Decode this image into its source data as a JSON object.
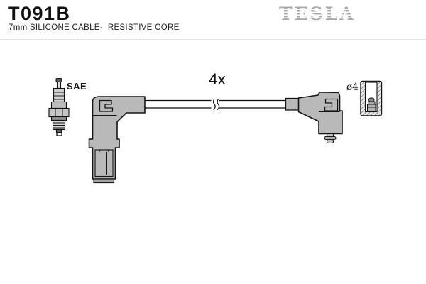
{
  "header": {
    "part_number": "T091B",
    "subtitle": "7mm SILICONE CABLE-  RESISTIVE CORE",
    "brand": "TESLA"
  },
  "diagram": {
    "quantity_label": "4x",
    "sae_label": "SAE",
    "diameter_label": "ø4"
  },
  "colors": {
    "part_fill": "#b9b9b9",
    "outline": "#1c1c1c",
    "brand_gray": "#a8a8a8",
    "cable_fill": "#ffffff"
  }
}
